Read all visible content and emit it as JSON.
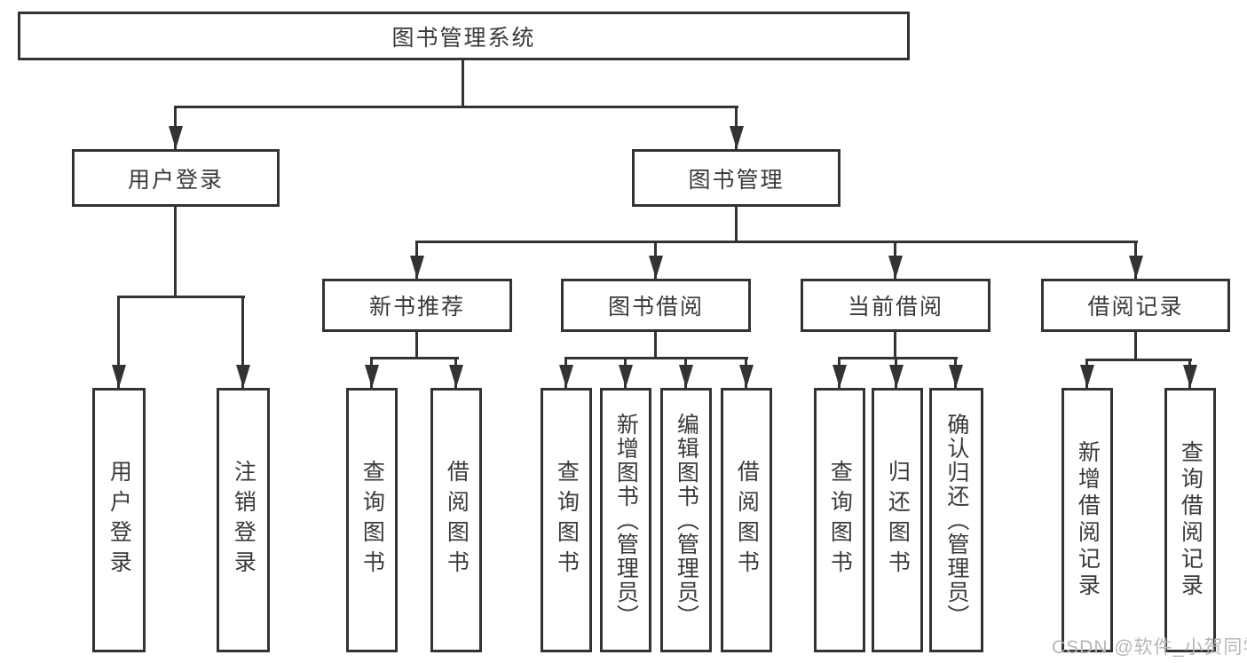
{
  "colors": {
    "line": "#333333",
    "text": "#3a3a3a",
    "background": "#ffffff",
    "watermark": "#b7b7b7"
  },
  "watermark": {
    "text": "CSDN @软件_小贺同学"
  },
  "tree": {
    "root": {
      "label": "图书管理系统"
    },
    "user_login": {
      "label": "用户登录",
      "children": [
        {
          "label": "用户登录"
        },
        {
          "label": "注销登录"
        }
      ]
    },
    "book_mgmt": {
      "label": "图书管理",
      "sections": {
        "new_book": {
          "label": "新书推荐",
          "children": [
            {
              "label": "查询图书"
            },
            {
              "label": "借阅图书"
            }
          ]
        },
        "borrow": {
          "label": "图书借阅",
          "children": [
            {
              "label": "查询图书"
            },
            {
              "label": "新增图书（管理员）"
            },
            {
              "label": "编辑图书（管理员）"
            },
            {
              "label": "借阅图书"
            }
          ]
        },
        "current": {
          "label": "当前借阅",
          "children": [
            {
              "label": "查询图书"
            },
            {
              "label": "归还图书"
            },
            {
              "label": "确认归还（管理员）"
            }
          ]
        },
        "record": {
          "label": "借阅记录",
          "children": [
            {
              "label": "新增借阅记录"
            },
            {
              "label": "查询借阅记录"
            }
          ]
        }
      }
    }
  }
}
